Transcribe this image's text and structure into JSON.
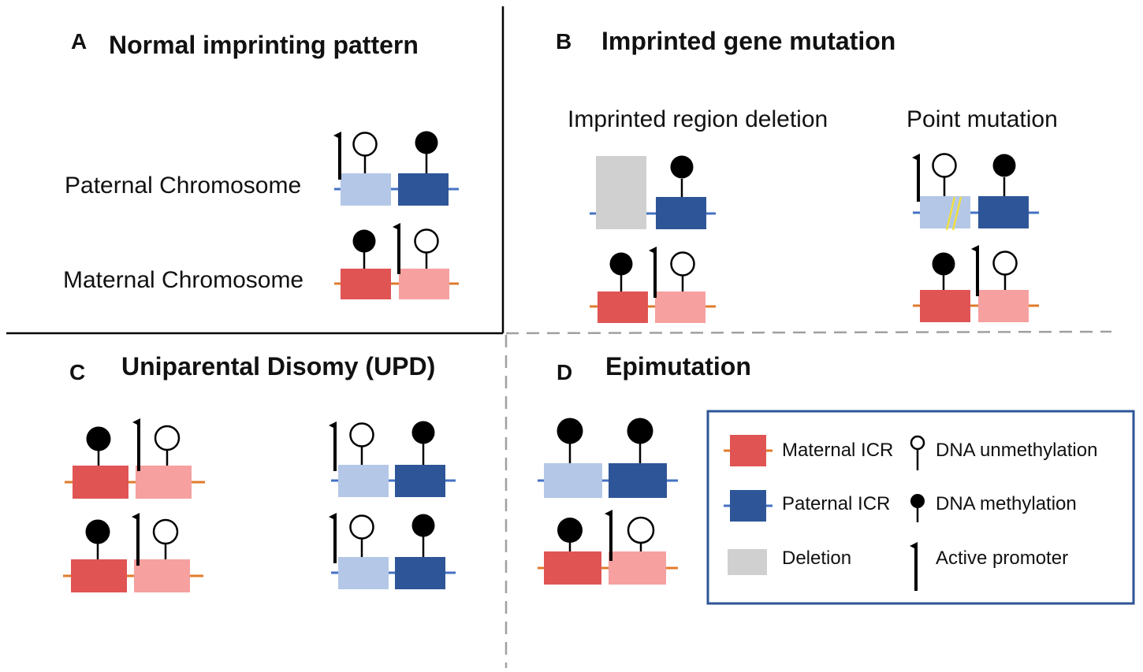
{
  "panels": {
    "a": {
      "letter": "A",
      "title": "Normal imprinting pattern",
      "paternal_label": "Paternal Chromosome",
      "maternal_label": "Maternal Chromosome"
    },
    "b": {
      "letter": "B",
      "title": "Imprinted gene mutation",
      "deletion_label": "Imprinted region deletion",
      "point_label": "Point mutation"
    },
    "c": {
      "letter": "C",
      "title": "Uniparental Disomy (UPD)"
    },
    "d": {
      "letter": "D",
      "title": "Epimutation"
    }
  },
  "legend": {
    "maternal_icr": "Maternal ICR",
    "paternal_icr": "Paternal ICR",
    "deletion": "Deletion",
    "dna_unmethylation": "DNA unmethylation",
    "dna_methylation": "DNA methylation",
    "active_promoter": "Active promoter"
  },
  "colors": {
    "maternal_icr": "#e05454",
    "maternal_gene": "#f6a0a0",
    "paternal_icr": "#2e5597",
    "paternal_gene": "#b4c7e7",
    "deletion": "#d0d0d0",
    "maternal_line": "#e07b2c",
    "paternal_line": "#4472c4",
    "legend_border": "#2e5597",
    "mutation_mark": "#f0e040"
  },
  "icons": [
    "lollipop-methylated-icon",
    "lollipop-unmethylated-icon",
    "active-promoter-arrow-icon",
    "point-mutation-mark-icon"
  ]
}
